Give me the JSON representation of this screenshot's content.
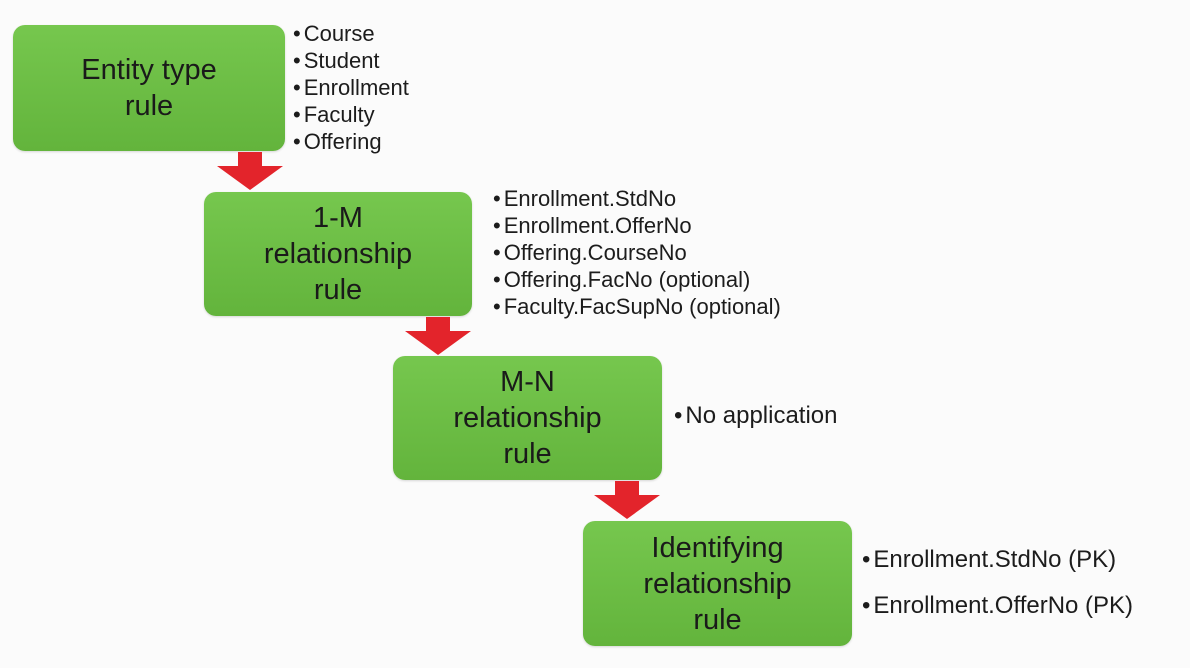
{
  "steps": [
    {
      "title_lines": [
        "Entity type",
        "rule"
      ],
      "items": [
        "Course",
        "Student",
        "Enrollment",
        "Faculty",
        "Offering"
      ]
    },
    {
      "title_lines": [
        "1-M",
        "relationship",
        "rule"
      ],
      "items": [
        "Enrollment.StdNo",
        "Enrollment.OfferNo",
        "Offering.CourseNo",
        "Offering.FacNo (optional)",
        "Faculty.FacSupNo (optional)"
      ]
    },
    {
      "title_lines": [
        "M-N",
        "relationship",
        "rule"
      ],
      "items": [
        "No application"
      ]
    },
    {
      "title_lines": [
        "Identifying",
        "relationship",
        "rule"
      ],
      "items": [
        "Enrollment.StdNo (PK)",
        "Enrollment.OfferNo (PK)"
      ]
    }
  ],
  "colors": {
    "box": "#6cbd45",
    "arrow": "#e3242b"
  },
  "icons": {
    "arrow": "down-arrow-icon"
  }
}
